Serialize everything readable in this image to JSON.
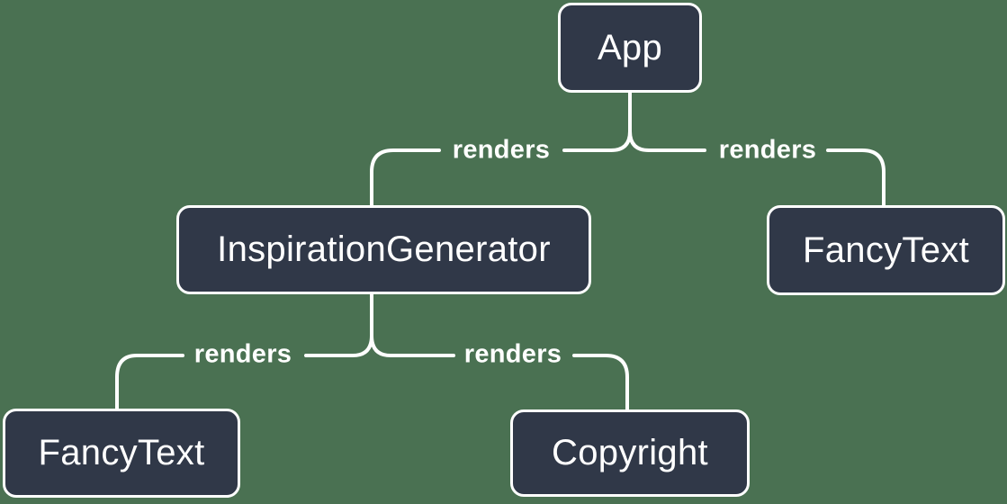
{
  "colors": {
    "background": "#4A7152",
    "node_fill": "#303848",
    "node_border": "#FFFFFF",
    "connector": "#FFFFFF",
    "text": "#FFFFFF"
  },
  "diagram": {
    "type": "component-render-tree",
    "nodes": {
      "app": {
        "label": "App"
      },
      "inspiration_generator": {
        "label": "InspirationGenerator"
      },
      "fancy_text_top": {
        "label": "FancyText"
      },
      "fancy_text_bottom": {
        "label": "FancyText"
      },
      "copyright": {
        "label": "Copyright"
      }
    },
    "edges": {
      "app_to_inspiration": {
        "from": "App",
        "to": "InspirationGenerator",
        "label": "renders"
      },
      "app_to_fancytext": {
        "from": "App",
        "to": "FancyText",
        "label": "renders"
      },
      "inspiration_to_fancytext": {
        "from": "InspirationGenerator",
        "to": "FancyText",
        "label": "renders"
      },
      "inspiration_to_copyright": {
        "from": "InspirationGenerator",
        "to": "Copyright",
        "label": "renders"
      }
    }
  }
}
